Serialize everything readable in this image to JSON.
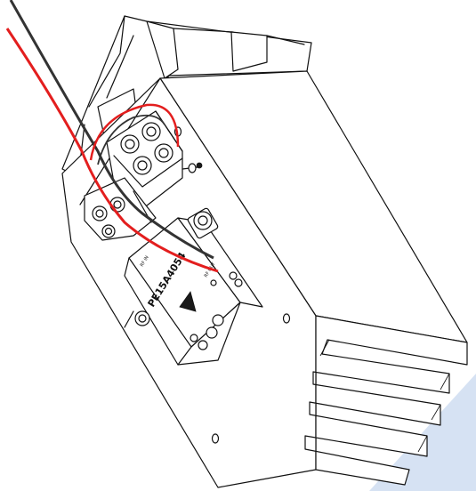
{
  "module": {
    "part_number": "PE15A4054",
    "side_marks": [
      "RF IN",
      "RF OUT"
    ]
  },
  "colors": {
    "red_wire": "#e31e1e",
    "black_wire": "#333333",
    "corner_watermark": "#d6e2f3"
  }
}
